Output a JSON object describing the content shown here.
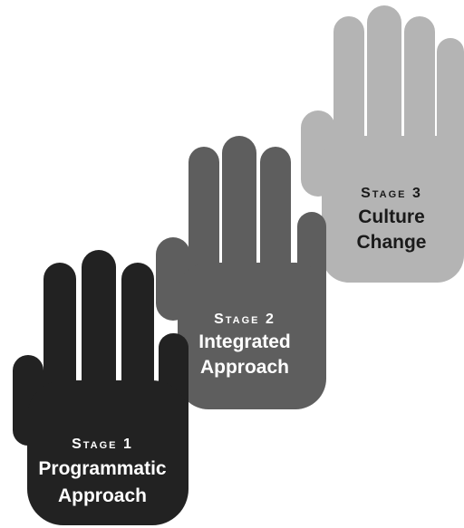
{
  "diagram": {
    "stages": [
      {
        "kicker": "Stage 1",
        "title_line1": "Programmatic",
        "title_line2": "Approach",
        "hand_color": "#222222",
        "text_color": "#ffffff"
      },
      {
        "kicker": "Stage 2",
        "title_line1": "Integrated",
        "title_line2": "Approach",
        "hand_color": "#5e5e5e",
        "text_color": "#ffffff"
      },
      {
        "kicker": "Stage 3",
        "title_line1": "Culture",
        "title_line2": "Change",
        "hand_color": "#b4b4b4",
        "text_color": "#1a1a1a"
      }
    ]
  }
}
